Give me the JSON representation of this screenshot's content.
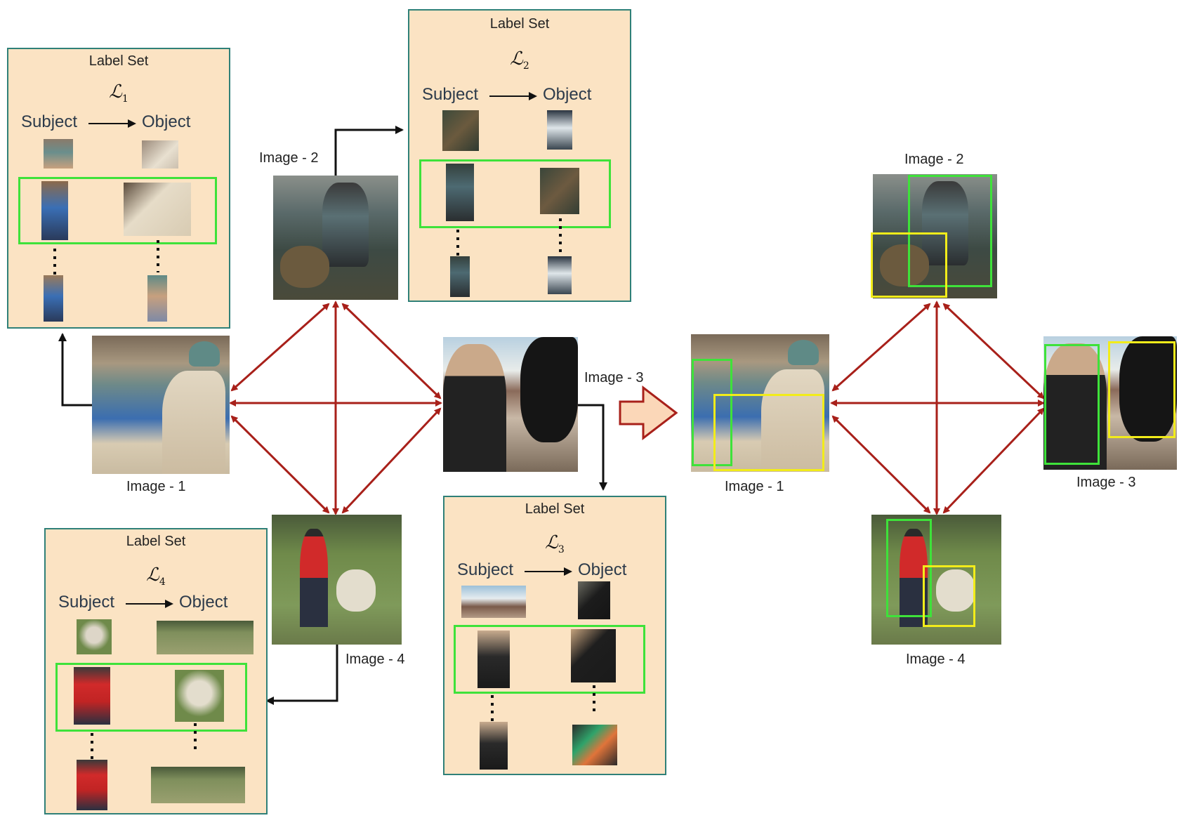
{
  "label_set_title": "Label Set",
  "subject_label": "Subject",
  "object_label": "Object",
  "label_symbols": {
    "l1": {
      "base": "ℒ",
      "sub": "1"
    },
    "l2": {
      "base": "ℒ",
      "sub": "2"
    },
    "l3": {
      "base": "ℒ",
      "sub": "3"
    },
    "l4": {
      "base": "ℒ",
      "sub": "4"
    }
  },
  "captions": {
    "image1": "Image - 1",
    "image2": "Image - 2",
    "image3": "Image - 3",
    "image4": "Image - 4"
  },
  "colors": {
    "panel_bg": "#fbe3c3",
    "panel_border": "#2f8078",
    "relation_arrow": "#a8201a",
    "highlight_green": "#3ee23a",
    "highlight_yellow": "#f2ec1a",
    "transition_arrow_fill": "#fbd7b8"
  }
}
